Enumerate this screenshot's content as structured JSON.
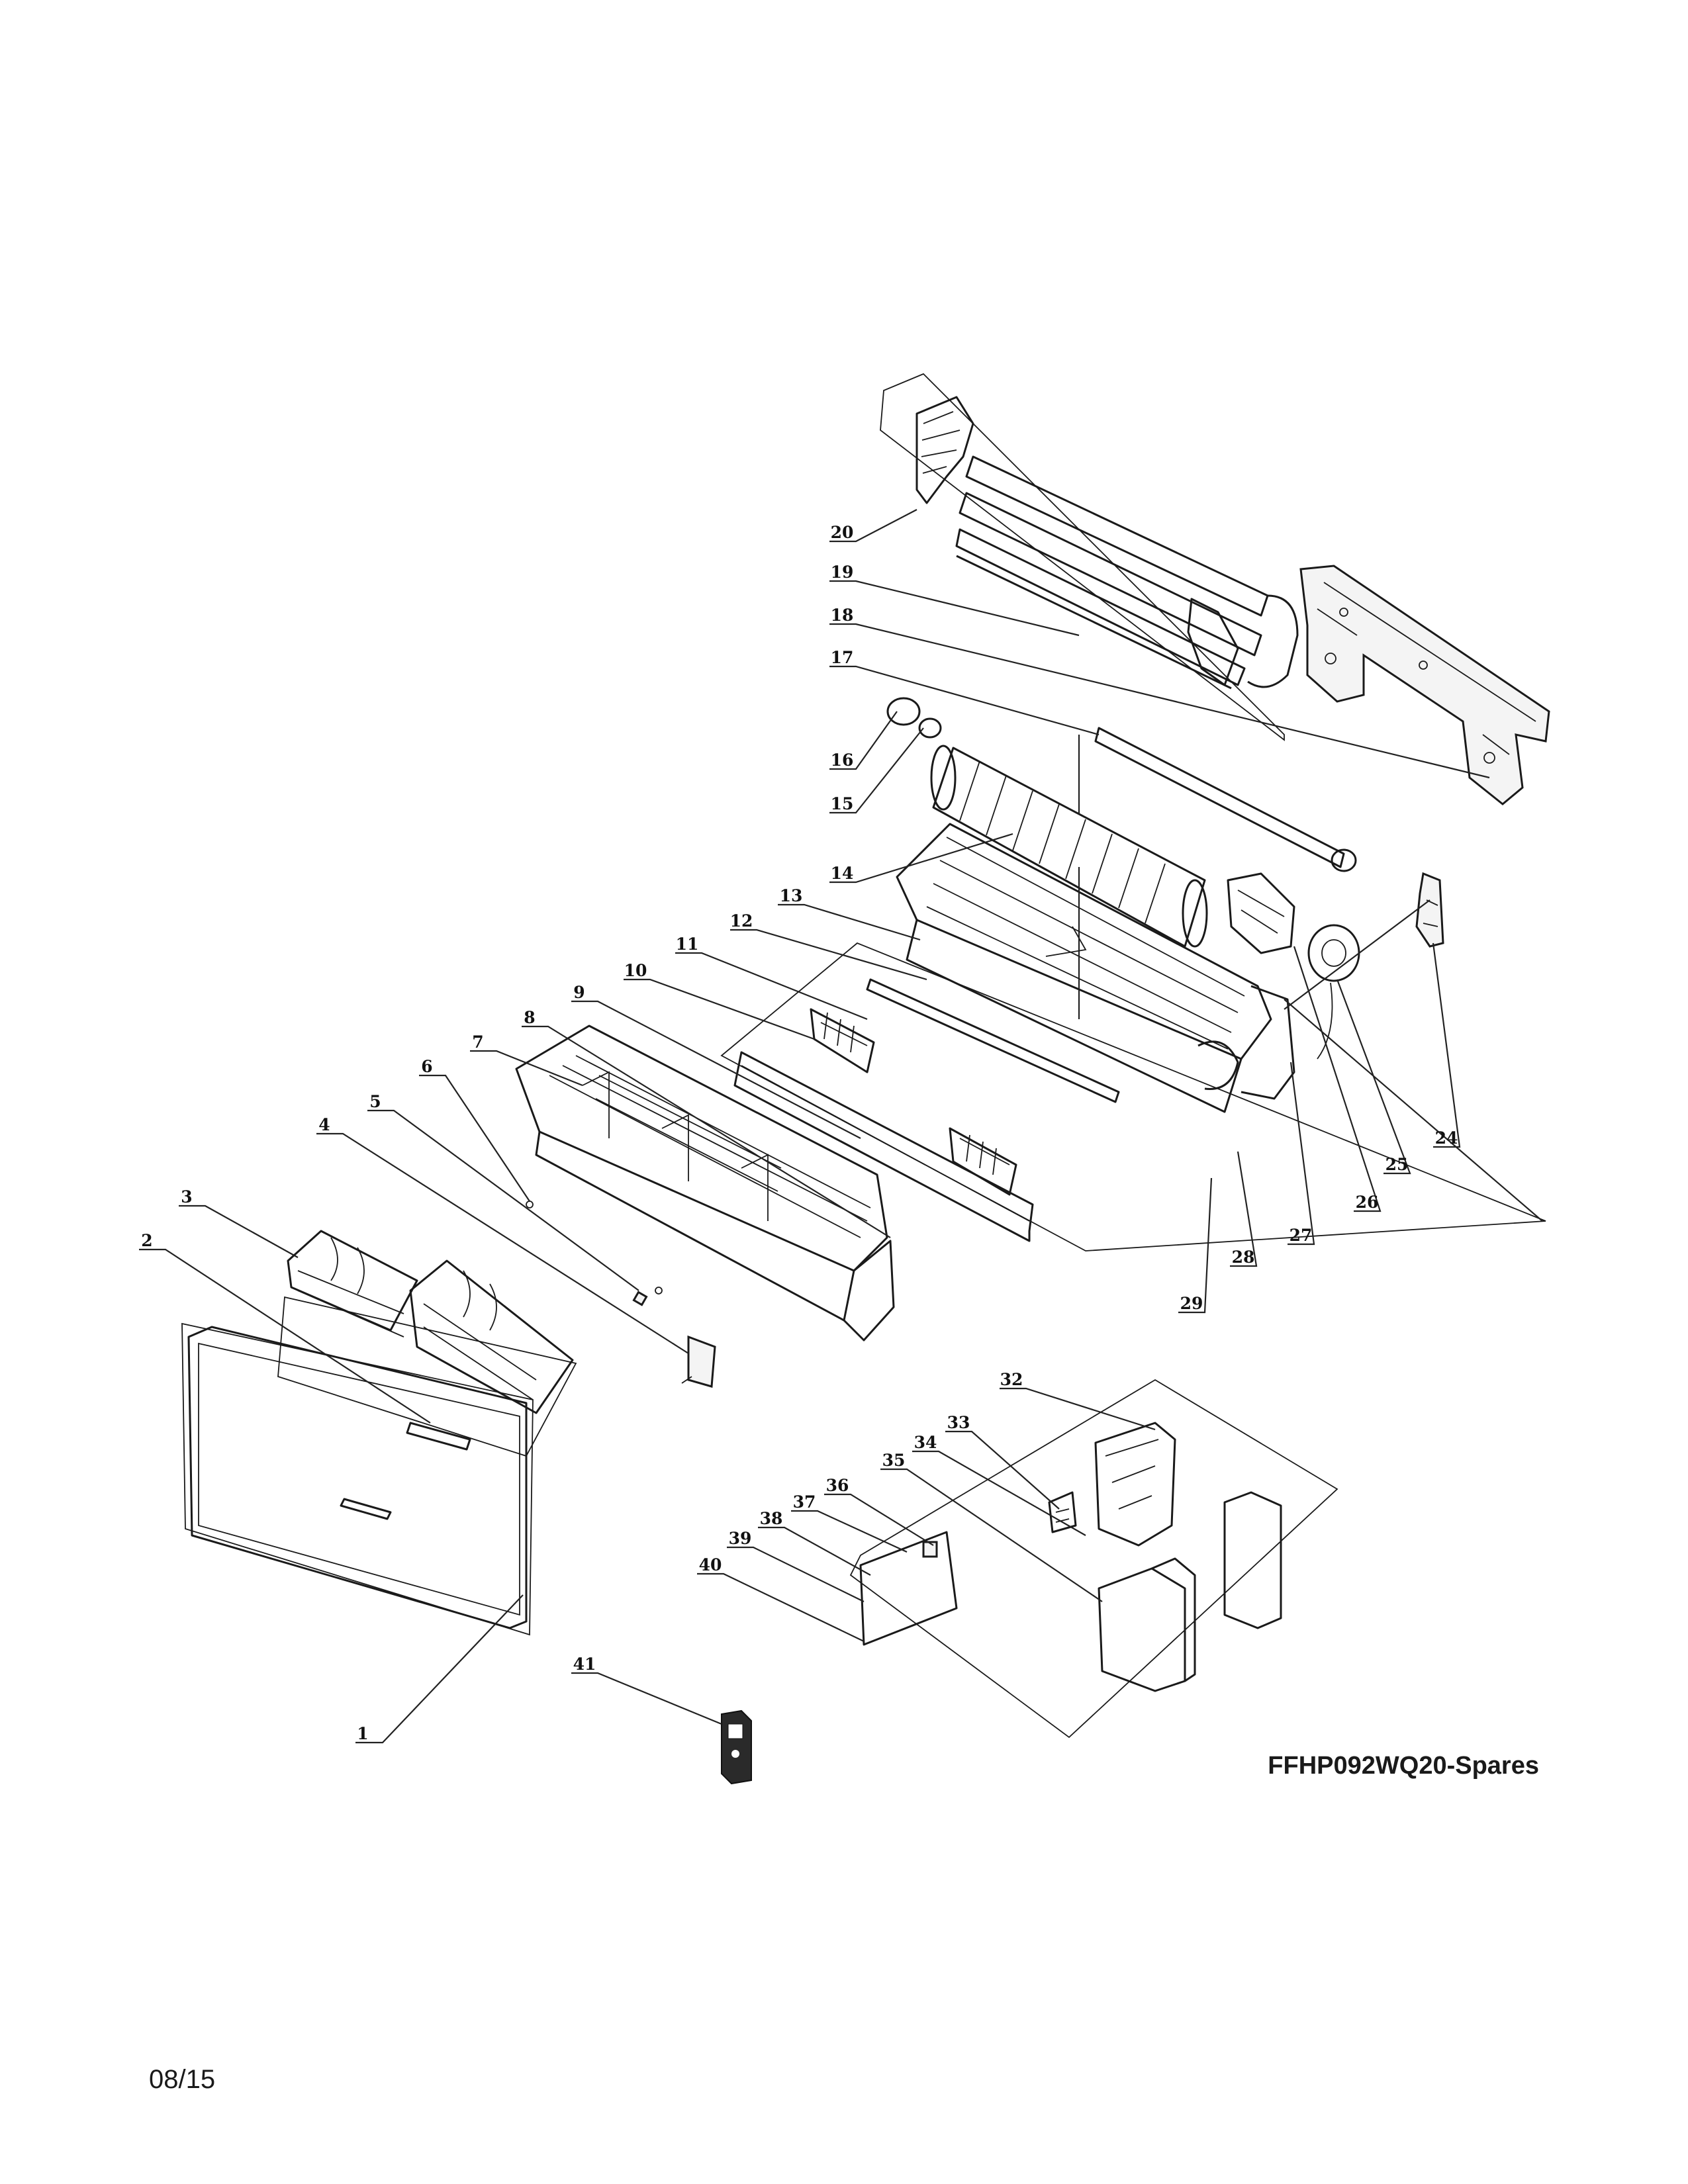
{
  "diagram": {
    "title": "FFHP092WQ20-Spares",
    "date_code": "08/15",
    "callouts": [
      "1",
      "2",
      "3",
      "4",
      "5",
      "6",
      "7",
      "8",
      "9",
      "10",
      "11",
      "12",
      "13",
      "14",
      "15",
      "16",
      "17",
      "18",
      "19",
      "20",
      "24",
      "25",
      "26",
      "27",
      "28",
      "29",
      "32",
      "33",
      "34",
      "35",
      "36",
      "37",
      "38",
      "39",
      "40",
      "41"
    ]
  }
}
